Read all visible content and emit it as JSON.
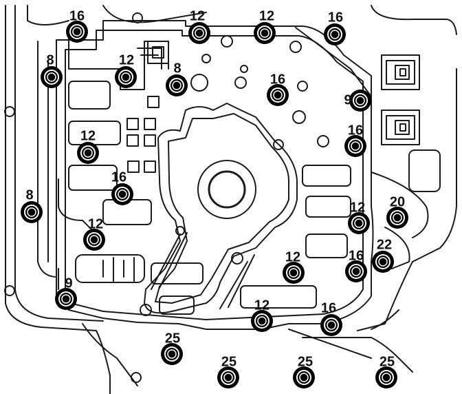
{
  "figure": {
    "line_color": "#1a1a1a",
    "bolt_color": "#000000",
    "label_color": "#111111",
    "background": "#ffffff"
  },
  "bolts": [
    {
      "id": "b01",
      "label": "16"
    },
    {
      "id": "b02",
      "label": "12"
    },
    {
      "id": "b03",
      "label": "12"
    },
    {
      "id": "b04",
      "label": "16"
    },
    {
      "id": "b05",
      "label": "8"
    },
    {
      "id": "b06",
      "label": "12"
    },
    {
      "id": "b07",
      "label": "8"
    },
    {
      "id": "b08",
      "label": "16"
    },
    {
      "id": "b09",
      "label": "9"
    },
    {
      "id": "b10",
      "label": "12"
    },
    {
      "id": "b11",
      "label": "16"
    },
    {
      "id": "b12",
      "label": "16"
    },
    {
      "id": "b13",
      "label": "8"
    },
    {
      "id": "b14",
      "label": "20"
    },
    {
      "id": "b15",
      "label": "12"
    },
    {
      "id": "b16",
      "label": "12"
    },
    {
      "id": "b17",
      "label": "22"
    },
    {
      "id": "b18",
      "label": "12"
    },
    {
      "id": "b19",
      "label": "16"
    },
    {
      "id": "b20",
      "label": "9"
    },
    {
      "id": "b21",
      "label": "12"
    },
    {
      "id": "b22",
      "label": "16"
    },
    {
      "id": "b23",
      "label": "25"
    },
    {
      "id": "b24",
      "label": "25"
    },
    {
      "id": "b25",
      "label": "25"
    },
    {
      "id": "b26",
      "label": "25"
    }
  ]
}
